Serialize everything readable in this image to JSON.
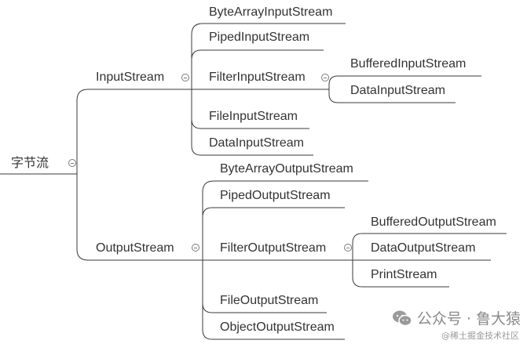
{
  "diagram": {
    "root": "字节流",
    "input": {
      "label": "InputStream",
      "children": [
        "ByteArrayInputStream",
        "PipedInputStream",
        "FilterInputStream",
        "FileInputStream",
        "DataInputStream"
      ],
      "filter_children": [
        "BufferedInputStream",
        "DataInputStream"
      ]
    },
    "output": {
      "label": "OutputStream",
      "children": [
        "ByteArrayOutputStream",
        "PipedOutputStream",
        "FilterOutputStream",
        "FileOutputStream",
        "ObjectOutputStream"
      ],
      "filter_children": [
        "BufferedOutputStream",
        "DataOutputStream",
        "PrintStream"
      ]
    }
  },
  "watermark": {
    "account": "公众号 · 鲁大猿",
    "site": "@稀土掘金技术社区"
  },
  "colors": {
    "line": "#3a3a3a",
    "text": "#333333",
    "watermark": "#8a8a8a"
  }
}
